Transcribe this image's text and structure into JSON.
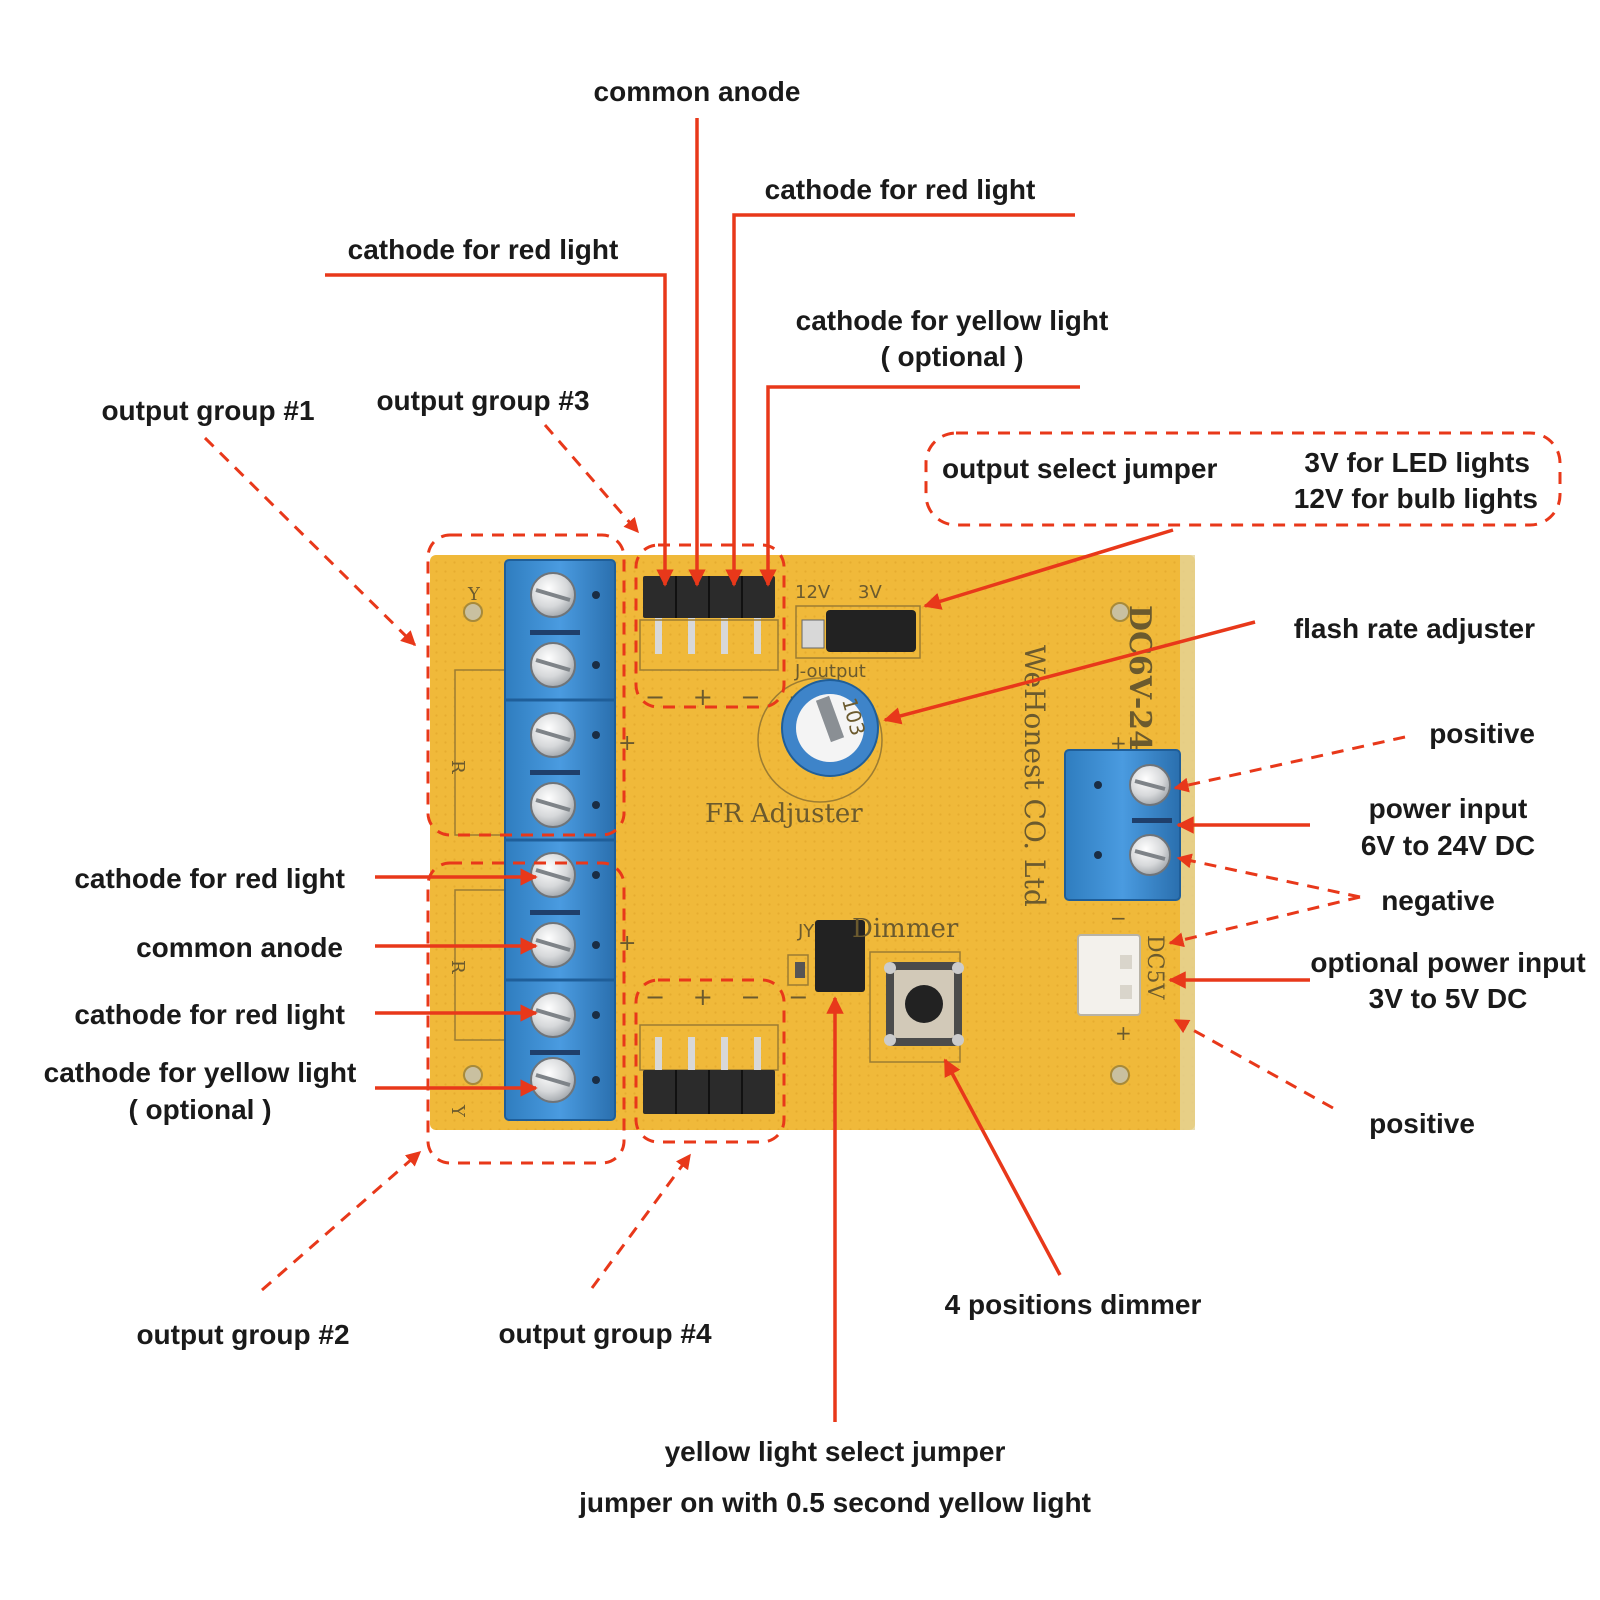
{
  "colors": {
    "annotation": "#e8381a",
    "board": "#f0b93a",
    "terminal_block": "#3f8fd0",
    "header_pin": "#2b2b2b",
    "text": "#1a1a1a"
  },
  "board": {
    "maker_text": "WeHonest CO. Ltd",
    "voltage_text": "DC6V-24V",
    "fr_adjuster_text": "FR Adjuster",
    "dimmer_text": "Dimmer",
    "pot_code": "103",
    "jumper_12v": "12V",
    "jumper_3v": "3V",
    "j_output_text": "J-output",
    "jy_text": "JY",
    "header_top_marks": "− + − −",
    "header_bottom_marks": "− + − −",
    "side_y": "Y",
    "side_r": "R",
    "plus_mark": "+",
    "minus_mark": "−",
    "dc5v_text": "DC5V"
  },
  "labels": {
    "top_common_anode": "common anode",
    "top_cathode_red_right": "cathode for red light",
    "top_cathode_red_left": "cathode for red light",
    "top_cathode_yellow": "cathode for yellow light",
    "top_cathode_yellow_optional": "( optional )",
    "output_group_1": "output group #1",
    "output_group_2": "output group #2",
    "output_group_3": "output group #3",
    "output_group_4": "output group #4",
    "output_select_jumper": "output select jumper",
    "led_lights": "3V for LED lights",
    "bulb_lights": "12V for bulb lights",
    "flash_rate_adjuster": "flash rate adjuster",
    "positive_top": "positive",
    "power_input": "power input",
    "power_input_range": "6V to 24V DC",
    "negative": "negative",
    "optional_power_input": "optional power input",
    "optional_power_range": "3V to 5V DC",
    "positive_bottom": "positive",
    "left_cathode_red_1": "cathode for red light",
    "left_common_anode": "common anode",
    "left_cathode_red_2": "cathode for red light",
    "left_cathode_yellow": "cathode for yellow light",
    "left_cathode_yellow_optional": "( optional )",
    "dimmer_4_positions": "4 positions dimmer",
    "yellow_select_jumper": "yellow light select jumper",
    "yellow_jumper_note": "jumper on with 0.5 second yellow light"
  }
}
